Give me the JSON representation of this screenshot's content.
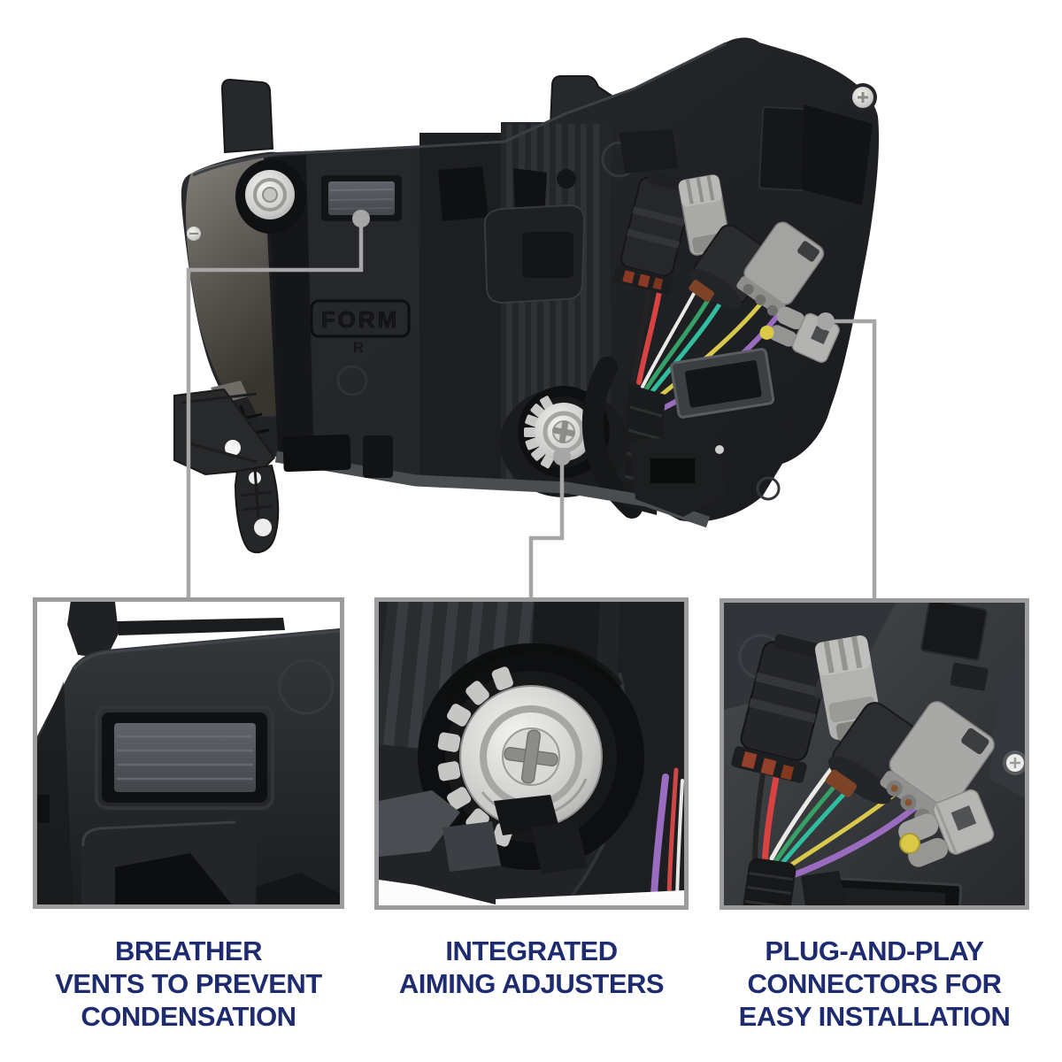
{
  "image": {
    "type": "product-photo",
    "subject": "headlight assembly rear housing with three feature callout insets"
  },
  "branding": {
    "molded_logo": "FORM",
    "molded_side_mark": "R"
  },
  "callouts": [
    {
      "id": "breather-vents",
      "lines": [
        "BREATHER",
        "VENTS TO PREVENT",
        "CONDENSATION"
      ]
    },
    {
      "id": "aiming-adjusters",
      "lines": [
        "INTEGRATED",
        "AIMING ADJUSTERS"
      ]
    },
    {
      "id": "plug-and-play",
      "lines": [
        "PLUG-AND-PLAY",
        "CONNECTORS FOR",
        "EASY INSTALLATION"
      ]
    }
  ],
  "colors": {
    "background": "#ffffff",
    "caption_text": "#1e2c6f",
    "callout_line": "#a6a6a6",
    "inset_border": "#9c9c9c",
    "housing_dark": "#202225",
    "metal_silver": "#d9d9d7",
    "connector_gray": "#aaaaa8",
    "wire_red": "#d94242",
    "wire_black": "#222222",
    "wire_white": "#eceae6",
    "wire_green": "#36a066",
    "wire_teal": "#2fbfa0",
    "wire_yellow": "#d9c84e",
    "wire_purple": "#9a6cc0",
    "yellow_cap": "#d9c947"
  }
}
